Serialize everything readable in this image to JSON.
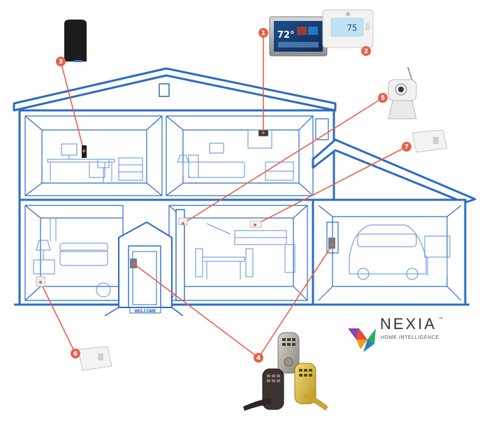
{
  "brand": {
    "name": "NEXIA",
    "trademark": "™",
    "tagline": "HOME INTELLIGENCE"
  },
  "colors": {
    "house_line": "#2b6cc4",
    "callout": "#e8604c",
    "device_dark": "#2b2b2b",
    "device_white": "#f2f2f2"
  },
  "doormat_text": "WELCOME",
  "thermostat_touch": {
    "temperature": "72°"
  },
  "thermostat_basic": {
    "temperature": "75"
  },
  "callouts": [
    {
      "id": "1",
      "label": "1",
      "device": "touchscreen-thermostat"
    },
    {
      "id": "2",
      "label": "2",
      "device": "programmable-thermostat"
    },
    {
      "id": "3",
      "label": "3",
      "device": "bridge-hub"
    },
    {
      "id": "4",
      "label": "4",
      "device": "smart-door-locks"
    },
    {
      "id": "5",
      "label": "5",
      "device": "wifi-camera"
    },
    {
      "id": "6",
      "label": "6",
      "device": "lamp-plug-module"
    },
    {
      "id": "7",
      "label": "7",
      "device": "appliance-plug-module"
    }
  ]
}
